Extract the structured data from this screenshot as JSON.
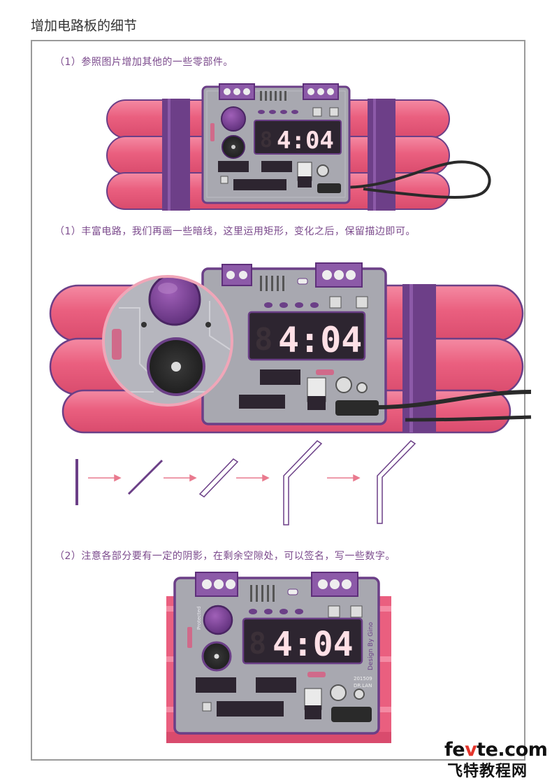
{
  "page": {
    "title": "增加电路板的细节"
  },
  "steps": [
    {
      "label": "（1）参照图片增加其他的一些零部件。"
    },
    {
      "label": "（1）丰富电路，我们再画一些暗线，这里运用矩形，变化之后，保留描边即可。"
    },
    {
      "label": "（2）注意各部分要有一定的阴影，在剩余空隙处，可以签名，写一些数字。"
    }
  ],
  "displays": {
    "time": "4:04"
  },
  "board_text": {
    "signature": "Design By Gino",
    "side_text": "Protected",
    "date_line1": "201509",
    "date_line2": "DR.LAN"
  },
  "watermark": {
    "site_en_prefix": "fe",
    "site_en_dot": "v",
    "site_en_suffix": "te.com",
    "site_cn": "飞特教程网"
  },
  "colors": {
    "dynamite": "#e95a7a",
    "dynamite_light": "#f48aa3",
    "board": "#a8a8b0",
    "board_border": "#6b3f87",
    "display_bg": "#2d2530",
    "digit_on": "#ffe0e6",
    "purple_band": "#6d3f88",
    "arrow": "#e97a8e"
  }
}
